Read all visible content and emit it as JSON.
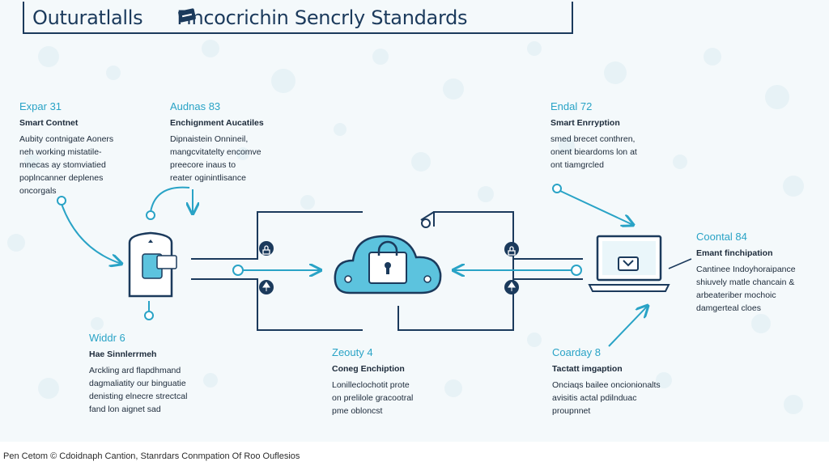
{
  "title": {
    "part1": "Outuratlalls",
    "part2": "Fincocrichin Sencrly Standards"
  },
  "panels": {
    "top_left": {
      "heading": "Expar 31",
      "subtitle": "Smart Contnet",
      "lines": [
        "Aubity contnigate Aoners",
        "neh working mistatile-",
        "mnecas ay stomviatied",
        "poplncanner deplenes",
        "oncorgals"
      ]
    },
    "top_center": {
      "heading": "Audnas 83",
      "subtitle": "Enchignment Aucatiles",
      "lines": [
        "Dipnaistein Onnineil,",
        "mangcvitatelty encomve",
        "preecore inaus to",
        "reater oginintlisance"
      ]
    },
    "top_right": {
      "heading": "Endal 72",
      "subtitle": "Smart Enrryption",
      "lines": [
        "smed brecet conthren,",
        "onent bieardoms lon at",
        "ont tiamgrcled"
      ]
    },
    "right": {
      "heading": "Coontal 84",
      "subtitle": "Emant finchipation",
      "lines": [
        "Cantinee Indoyhoraipance",
        "shiuvely matle chancain &",
        "arbeateriber mochoic",
        "damgerteal cloes"
      ]
    },
    "bottom_left": {
      "heading": "Widdr 6",
      "subtitle": "Hae Sinnlerrmeh",
      "lines": [
        "Arckling ard flapdhmand",
        "dagmaliatity our binguatie",
        "denisting elnecre strectcal",
        "fand lon aignet sad"
      ]
    },
    "bottom_center": {
      "heading": "Zeouty 4",
      "subtitle": "Coneg Enchiption",
      "lines": [
        "Lonilleclochotit prote",
        "on prelilole gracootral",
        "pme obloncst"
      ]
    },
    "bottom_right": {
      "heading": "Coarday 8",
      "subtitle": "Tactatt imgaption",
      "lines": [
        "Onciaqs bailee oncionionalts",
        "avisitis actal pdilnduac",
        "proupnnet"
      ]
    }
  },
  "caption": "Pen Cetom © Cdoidnaph Cantion, Stanrdars Conmpation Of Roo Ouflesios",
  "colors": {
    "accent": "#29a3c6",
    "dark": "#1b3a5c",
    "cloud_fill": "#5cc3de",
    "background": "#f4f9fb"
  },
  "icons": [
    "tag-icon",
    "shield-lock-icon",
    "cloud-lock-icon",
    "laptop-icon",
    "lock-node-icon",
    "tree-node-icon"
  ]
}
